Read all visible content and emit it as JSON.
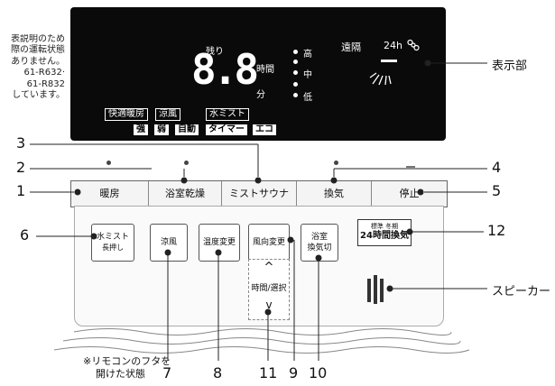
{
  "left_note": {
    "lines": [
      "表説明のため",
      "際の運転状態",
      "ありません。",
      "61-R632·",
      "61-R832",
      "しています。"
    ]
  },
  "display": {
    "remaining_label": "残り",
    "time_digits": "8.8",
    "hour_unit": "時間",
    "minute_unit": "分",
    "speed": {
      "high": "高",
      "mid": "中",
      "low": "低"
    },
    "remote_label": "遠隔",
    "ventilation_label": "24h",
    "row1": [
      "快適暖房",
      "涼風",
      "水ミスト"
    ],
    "row2": [
      "強",
      "弱",
      "自動",
      "タイマー",
      "エコ"
    ]
  },
  "main_buttons": [
    "暖房",
    "浴室乾燥",
    "ミストサウナ",
    "換気",
    "停止"
  ],
  "sub_buttons": {
    "mist": {
      "line1": "水ミスト",
      "line2": "長押し"
    },
    "cool": "涼風",
    "temp": "温度変更",
    "wind": "風向変更",
    "bath": {
      "line1": "浴室",
      "line2": "換気切"
    },
    "time": {
      "up": "^",
      "label": "時間/選択",
      "down": "v"
    },
    "vent24": {
      "line1": "標準  冬期",
      "line2": "24時間換気"
    }
  },
  "callouts": {
    "display_label": "表示部",
    "speaker_label": "スピーカー",
    "n1": "1",
    "n2": "2",
    "n3": "3",
    "n4": "4",
    "n5": "5",
    "n6": "6",
    "n7": "7",
    "n8": "8",
    "n9": "9",
    "n10": "10",
    "n11": "11",
    "n12": "12"
  },
  "footnote": {
    "line1": "※リモコンのフタを",
    "line2": "開けた状態"
  }
}
